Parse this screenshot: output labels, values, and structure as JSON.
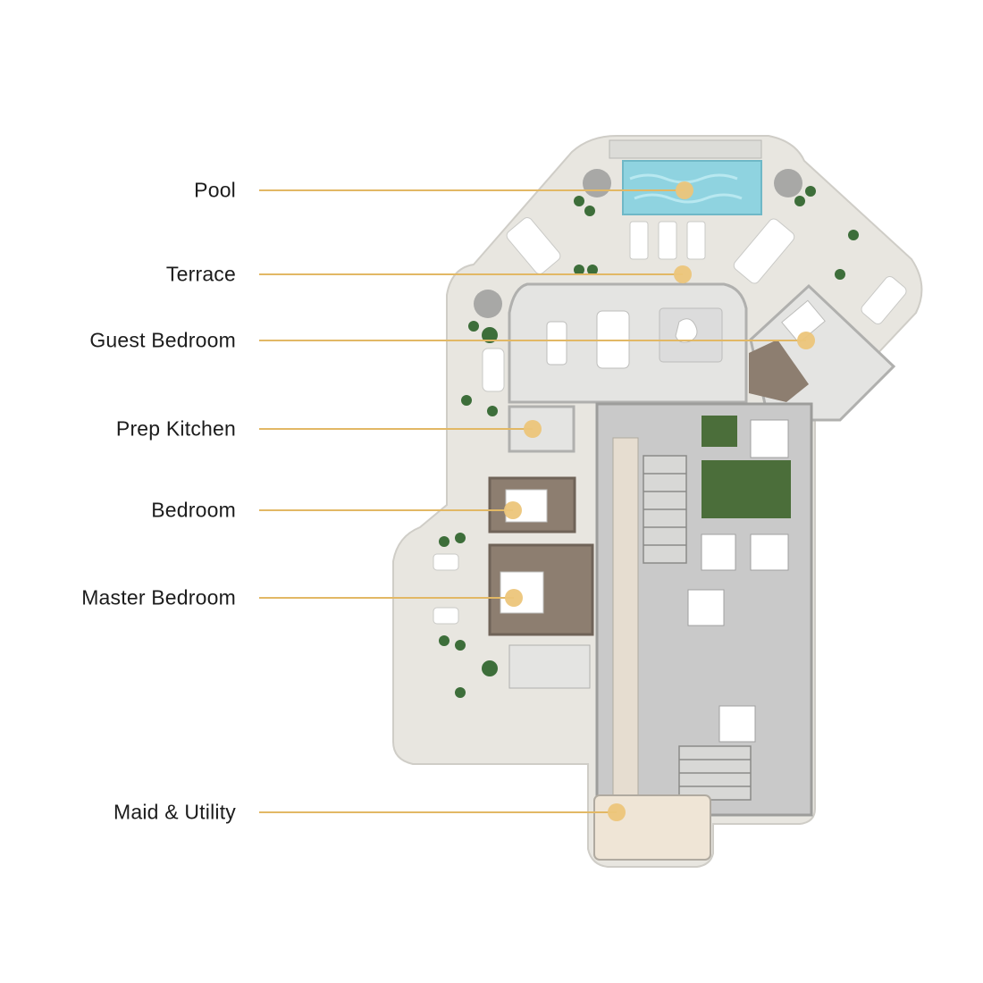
{
  "colors": {
    "accent": "#e2b865",
    "terrace": "#e8e6e0",
    "interior": "#e4e4e2",
    "service": "#c9c9c9",
    "wood": "#8d7e70",
    "pool": "#8fd3e0",
    "greenery": "#3d6e3a"
  },
  "callouts": [
    {
      "id": "pool",
      "label": "Pool"
    },
    {
      "id": "terrace",
      "label": "Terrace"
    },
    {
      "id": "guest-bedroom",
      "label": "Guest Bedroom"
    },
    {
      "id": "prep-kitchen",
      "label": "Prep Kitchen"
    },
    {
      "id": "bedroom",
      "label": "Bedroom"
    },
    {
      "id": "master-bedroom",
      "label": "Master Bedroom"
    },
    {
      "id": "maid-utility",
      "label": "Maid & Utility"
    }
  ]
}
